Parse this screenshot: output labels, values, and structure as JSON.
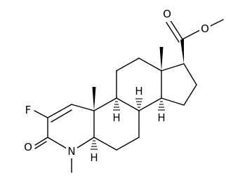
{
  "structure": {
    "atoms": {
      "fluorine": "F",
      "ketone_oxygen": "O",
      "ring_nitrogen": "N",
      "ester_carbonyl_oxygen": "O",
      "ester_ether_oxygen": "O",
      "stereo_h_c5": "H",
      "stereo_h_c9": "H",
      "stereo_h_c8": "H",
      "stereo_h_c14": "H"
    }
  }
}
